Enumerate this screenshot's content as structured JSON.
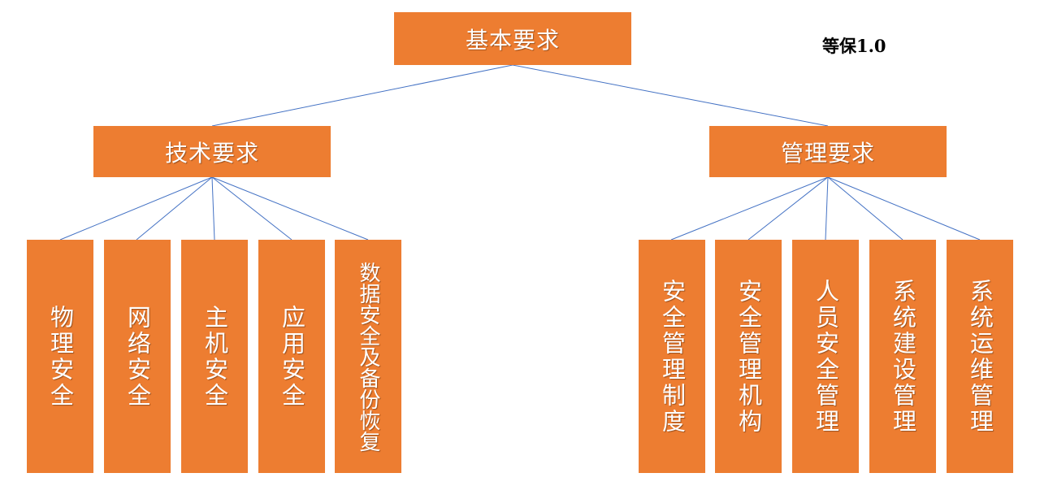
{
  "root": {
    "label": "基本要求"
  },
  "version_label": "等保1.0",
  "technical": {
    "label": "技术要求",
    "children": [
      "物理安全",
      "网络安全",
      "主机安全",
      "应用安全",
      "数据安全及备份恢复"
    ]
  },
  "management": {
    "label": "管理要求",
    "children": [
      "安全管理制度",
      "安全管理机构",
      "人员安全管理",
      "系统建设管理",
      "系统运维管理"
    ]
  },
  "colors": {
    "box_fill": "#ED7D31",
    "box_text": "#FFFFFF",
    "connector": "#4472C4"
  }
}
